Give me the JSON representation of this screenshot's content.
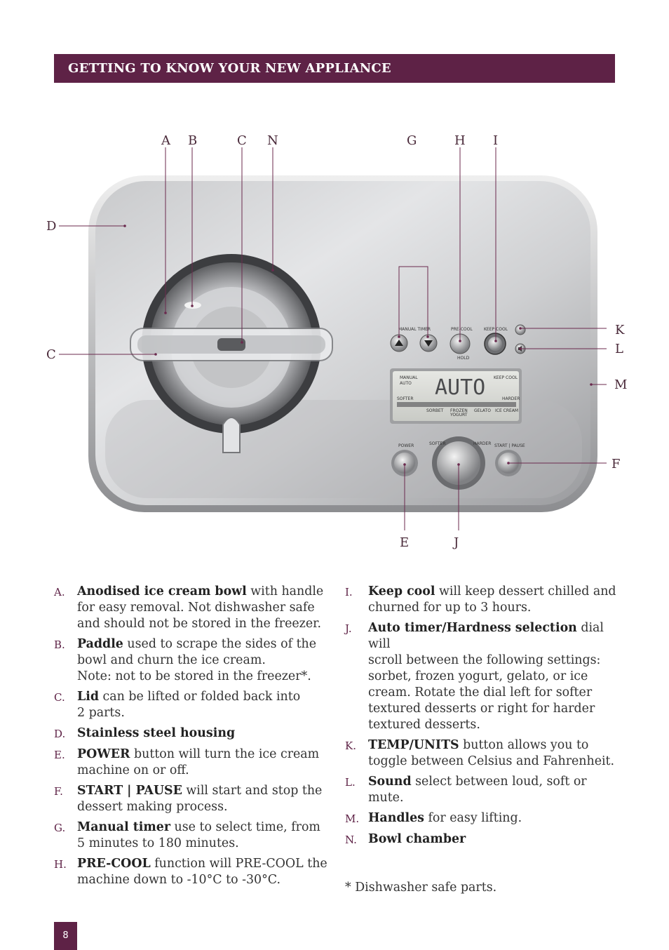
{
  "header": {
    "title": "GETTING TO KNOW YOUR NEW APPLIANCE"
  },
  "diagram": {
    "callouts": [
      "A",
      "B",
      "C",
      "N",
      "G",
      "H",
      "I",
      "D",
      "C",
      "K",
      "L",
      "M",
      "F",
      "E",
      "J"
    ],
    "panel": {
      "manual_timer": "MANUAL TIMER",
      "pre_cool": "PRE-COOL",
      "keep_cool": "KEEP COOL",
      "hold": "HOLD",
      "lcd_text": "AUTO",
      "lcd_manual": "MANUAL",
      "lcd_auto": "AUTO",
      "lcd_keep_cool": "KEEP COOL",
      "lcd_softer": "SOFTER",
      "lcd_harder": "HARDER",
      "lcd_sorbet": "SORBET",
      "lcd_frozen": "FROZEN",
      "lcd_yogurt": "YOGURT",
      "lcd_gelato": "GELATO",
      "lcd_ice_cream": "ICE CREAM",
      "power": "POWER",
      "start_pause": "START | PAUSE",
      "dial_softer": "SOFTER",
      "dial_harder": "HARDER"
    },
    "colors": {
      "accent": "#5e2246",
      "leader": "#6b2a4e"
    }
  },
  "parts_left": [
    {
      "letter": "A.",
      "term": "Anodised ice cream bowl",
      "lines": [
        " with handle",
        "for easy removal. Not dishwasher safe",
        "and should not be stored in the freezer."
      ]
    },
    {
      "letter": "B.",
      "term": "Paddle",
      "lines": [
        " used to scrape the sides of the",
        "bowl and churn the ice cream.",
        "Note: not to be stored in the freezer*."
      ]
    },
    {
      "letter": "C.",
      "term": "Lid",
      "lines": [
        " can be lifted or folded back into",
        "2 parts."
      ]
    },
    {
      "letter": "D.",
      "term": "Stainless steel housing",
      "lines": [
        ""
      ]
    },
    {
      "letter": "E.",
      "term": "POWER",
      "lines": [
        " button will turn the ice cream",
        "machine on or off."
      ]
    },
    {
      "letter": "F.",
      "term": "START | PAUSE",
      "lines": [
        " will start and stop the",
        "dessert making process."
      ]
    },
    {
      "letter": "G.",
      "term": "Manual timer",
      "lines": [
        " use to select time, from",
        "5 minutes to 180 minutes."
      ]
    },
    {
      "letter": "H.",
      "term": "PRE-COOL",
      "lines": [
        " function will PRE-COOL the",
        "machine down to -10°C to -30°C."
      ]
    }
  ],
  "parts_right": [
    {
      "letter": "I.",
      "term": "Keep cool",
      "lines": [
        " will keep dessert chilled and",
        "churned for up to 3 hours."
      ]
    },
    {
      "letter": "J.",
      "term": "Auto timer/Hardness selection",
      "lines": [
        " dial will",
        "scroll between the following settings:",
        "sorbet, frozen yogurt, gelato, or ice",
        "cream. Rotate the dial left for softer",
        "textured desserts or right for harder",
        "textured desserts."
      ]
    },
    {
      "letter": "K.",
      "term": "TEMP/UNITS",
      "lines": [
        " button allows you to",
        "toggle between Celsius and Fahrenheit."
      ]
    },
    {
      "letter": "L.",
      "term": "Sound",
      "lines": [
        " select between loud, soft or mute."
      ]
    },
    {
      "letter": "M.",
      "term": "Handles",
      "lines": [
        " for easy lifting."
      ]
    },
    {
      "letter": "N.",
      "term": "Bowl chamber",
      "lines": [
        ""
      ]
    }
  ],
  "footnote": "* Dishwasher safe parts.",
  "page_number": "8"
}
